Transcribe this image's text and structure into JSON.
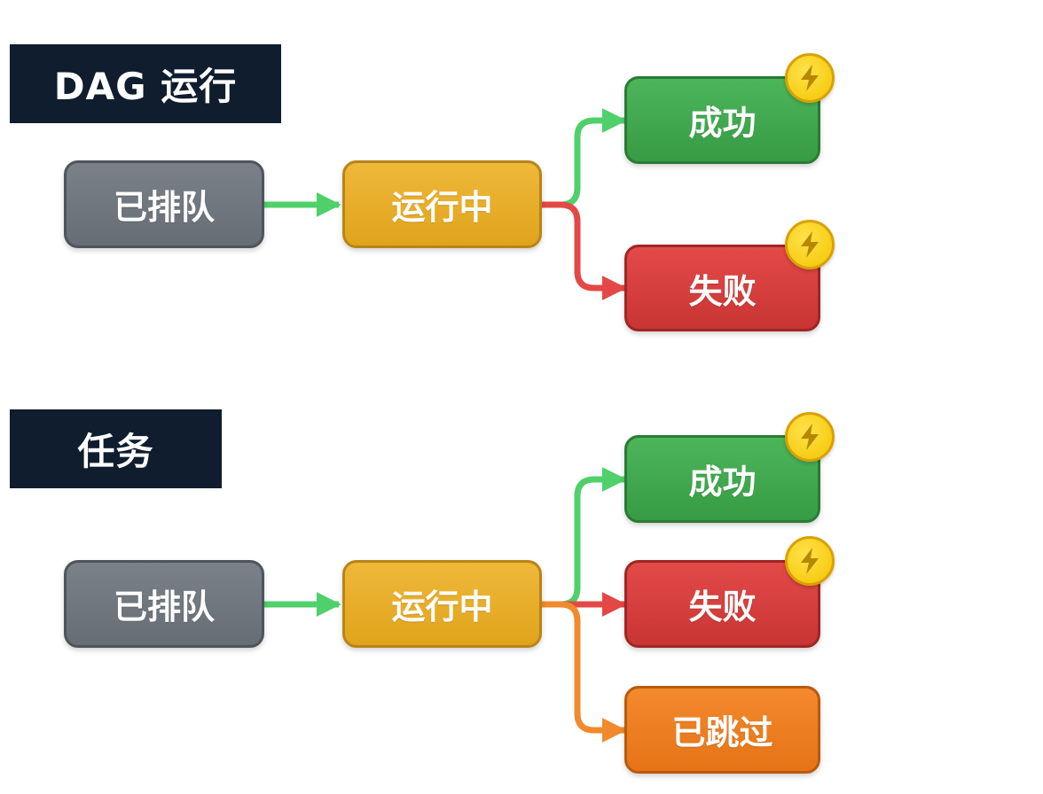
{
  "sections": {
    "dag_run": {
      "title": "DAG 运行",
      "states": {
        "queued": "已排队",
        "running": "运行中",
        "success": "成功",
        "failed": "失败"
      }
    },
    "task": {
      "title": "任务",
      "states": {
        "queued": "已排队",
        "running": "运行中",
        "success": "成功",
        "failed": "失败",
        "skipped": "已跳过"
      }
    }
  },
  "badge_icon": "lightning-bolt-icon",
  "colors": {
    "header_bg": "#0f1d2e",
    "queued": "#6f757d",
    "running": "#e6ab25",
    "success": "#3fa64d",
    "failed": "#d43d3b",
    "skipped": "#ec7c1f",
    "edge_green": "#4fd06a",
    "edge_red": "#e34846",
    "edge_orange": "#f08a2c",
    "badge": "#f6c800"
  }
}
